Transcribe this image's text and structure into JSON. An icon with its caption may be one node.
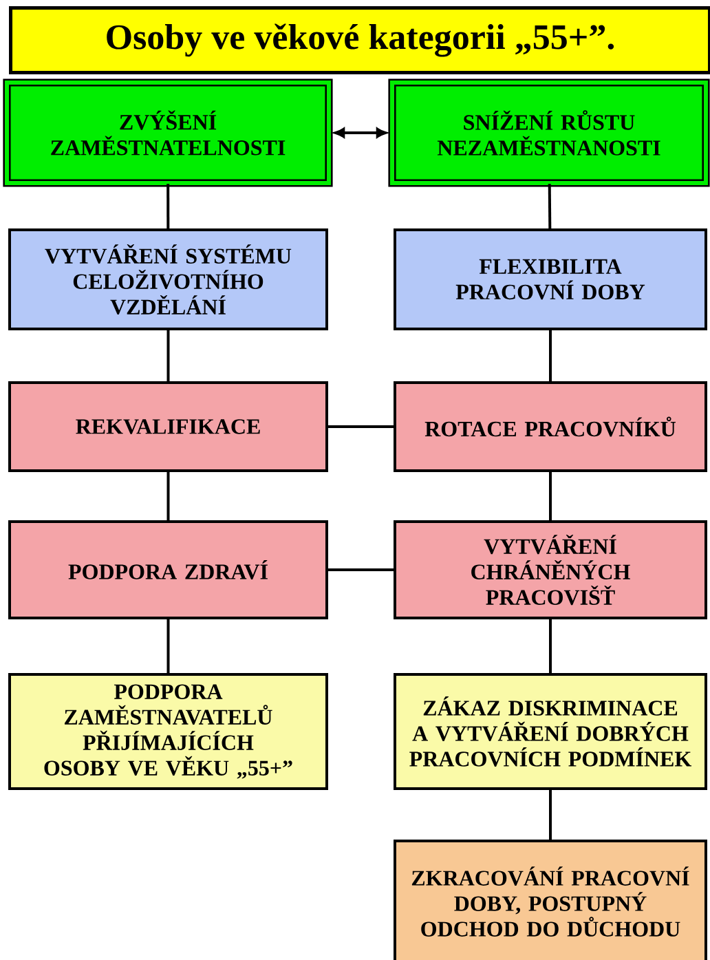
{
  "diagram": {
    "title": "Osoby ve věkové kategorii „55+”.",
    "nodes": [
      {
        "text": [
          "ZVÝŠENÍ ZAMĚSTNATELNOSTI"
        ]
      },
      {
        "text": [
          "SNÍŽENÍ RŮSTU NEZAMĚSTNANOSTI"
        ]
      },
      {
        "text": [
          "VYTVÁŘENÍ SYSTÉMU CELOŽIVOTNÍHO VZDĚLÁNÍ"
        ]
      },
      {
        "text": [
          "FLEXIBILITA PRACOVNÍ DOBY"
        ]
      },
      {
        "text": [
          "REKVALIFIKACE"
        ]
      },
      {
        "text": [
          "ROTACE PRACOVNÍKŮ"
        ]
      },
      {
        "text": [
          "PODPORA ZDRAVÍ"
        ]
      },
      {
        "text": [
          "VYTVÁŘENÍ CHRÁNĚNÝCH PRACOVIŠŤ"
        ]
      },
      {
        "text": [
          "PODPORA ZAMĚSTNAVATELŮ PŘIJÍMAJÍCÍCH OSOBY VE VĚKU „55+”"
        ]
      },
      {
        "text": [
          "ZÁKAZ DISKRIMINACE A VYTVÁŘENÍ DOBRÝCH PRACOVNÍCH PODMÍNEK"
        ]
      },
      {
        "text": [
          "ZKRACOVÁNÍ PRACOVNÍ DOBY, POSTUPNÝ ODCHOD DO DŮCHODU"
        ]
      }
    ],
    "edges": [
      {
        "from": 0,
        "to": 1,
        "arrow": "both"
      },
      {
        "from": 0,
        "to": 2,
        "arrow": "none"
      },
      {
        "from": 2,
        "to": 4,
        "arrow": "none"
      },
      {
        "from": 4,
        "to": 6,
        "arrow": "none"
      },
      {
        "from": 6,
        "to": 8,
        "arrow": "none"
      },
      {
        "from": 1,
        "to": 3,
        "arrow": "none"
      },
      {
        "from": 3,
        "to": 5,
        "arrow": "none"
      },
      {
        "from": 5,
        "to": 7,
        "arrow": "none"
      },
      {
        "from": 7,
        "to": 9,
        "arrow": "none"
      },
      {
        "from": 9,
        "to": 10,
        "arrow": "none"
      },
      {
        "from": 4,
        "to": 5,
        "arrow": "none"
      },
      {
        "from": 6,
        "to": 7,
        "arrow": "none"
      }
    ]
  }
}
